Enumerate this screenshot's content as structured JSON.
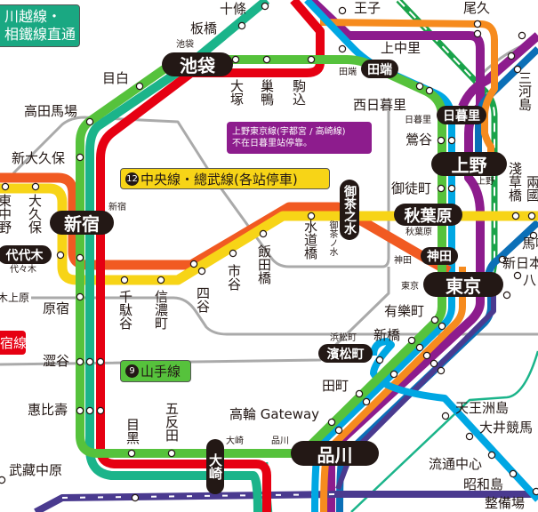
{
  "colors": {
    "yamanote": "#56c23c",
    "saikyo": "#e60012",
    "shonan": "#1bb48a",
    "chuo_rapid": "#f15a22",
    "chuo_sobu": "#f7d417",
    "keihin_tohoku": "#00a7e3",
    "tokaido": "#f68b1e",
    "ueno_tokyo": "#8d1c8d",
    "joban": "#0b6fb7",
    "shinkansen": "#1aa34a",
    "yokosuka": "#4a3a8f",
    "other": "#aaaaaa"
  },
  "banners": {
    "kawagoe": [
      "川越線・",
      "相鐵線直通"
    ],
    "note": [
      "上野東京線(宇都宮 / 高崎線)",
      "不在日暮里站停靠。"
    ],
    "chuo_num": "12",
    "chuo": "中央線・總武線(各站停車)",
    "yamanote_num": "9",
    "yamanote": "山手線",
    "red_partial": "宿線"
  },
  "major_stations": {
    "ikebukuro": "池袋",
    "shinjuku": "新宿",
    "tabata": "田端",
    "nippori": "日暮里",
    "ueno": "上野",
    "akihabara": "秋葉原",
    "kanda": "神田",
    "tokyo": "東京",
    "shinagawa": "品川",
    "yoyogi": "代代木",
    "hamamatsucho": "濱松町",
    "osaki": "大崎",
    "ochanomizu": "御茶之水"
  },
  "small_labels": {
    "ikebukuro": "池袋",
    "shinjuku": "新宿",
    "tabata": "田端",
    "nippori": "日暮里",
    "ueno": "上野",
    "akihabara": "秋葉原",
    "kanda": "神田",
    "tokyo": "東京",
    "hamamatsucho": "浜松町",
    "shinagawa": "品川",
    "osaki": "大崎",
    "yoyogi": "代々木",
    "ochanomizu": "御茶ノ水",
    "yoyogi_uehara": "木上原"
  },
  "stations": {
    "jujo": "十條",
    "itabashi": "板橋",
    "mejiro": "目白",
    "takadanobaba": "高田馬場",
    "shinokubo": "新大久保",
    "oji": "王子",
    "oku": "尾久",
    "kaminakazato": "上中里",
    "nishinippori": "西日暮里",
    "uguisudani": "鶯谷",
    "okachimachi": "御徒町",
    "yurakucho": "有樂町",
    "shimbashi": "新橋",
    "tamachi": "田町",
    "takanawa": "高輪 Gateway",
    "tennozu": "天王洲島",
    "oikeibajo": "大井競馬",
    "ryutsu": "流通中心",
    "showajima": "昭和島",
    "seibijo": "整備場",
    "harajuku": "原宿",
    "shibuya": "澀谷",
    "ebisu": "惠比壽",
    "musashinakahara": "武藏中原",
    "otsuka": "大塚",
    "sugamo": "巢鴨",
    "komagome": "駒込",
    "mikawashima": "三河島",
    "asakusabashi": "淺草橋",
    "ryogoku": "兩國",
    "higashinakano": "東中野",
    "okubo": "大久保",
    "suidobashi": "水道橋",
    "iidabashi": "飯田橋",
    "ichigaya": "市谷",
    "yotsuya": "四谷",
    "sendagaya": "千駄谷",
    "shinanomachi": "信濃町",
    "meguro": "目黑",
    "gotanda": "五反田",
    "bakuro": "馬喰",
    "shinnihon": "新日本",
    "hatchobori": "八"
  }
}
